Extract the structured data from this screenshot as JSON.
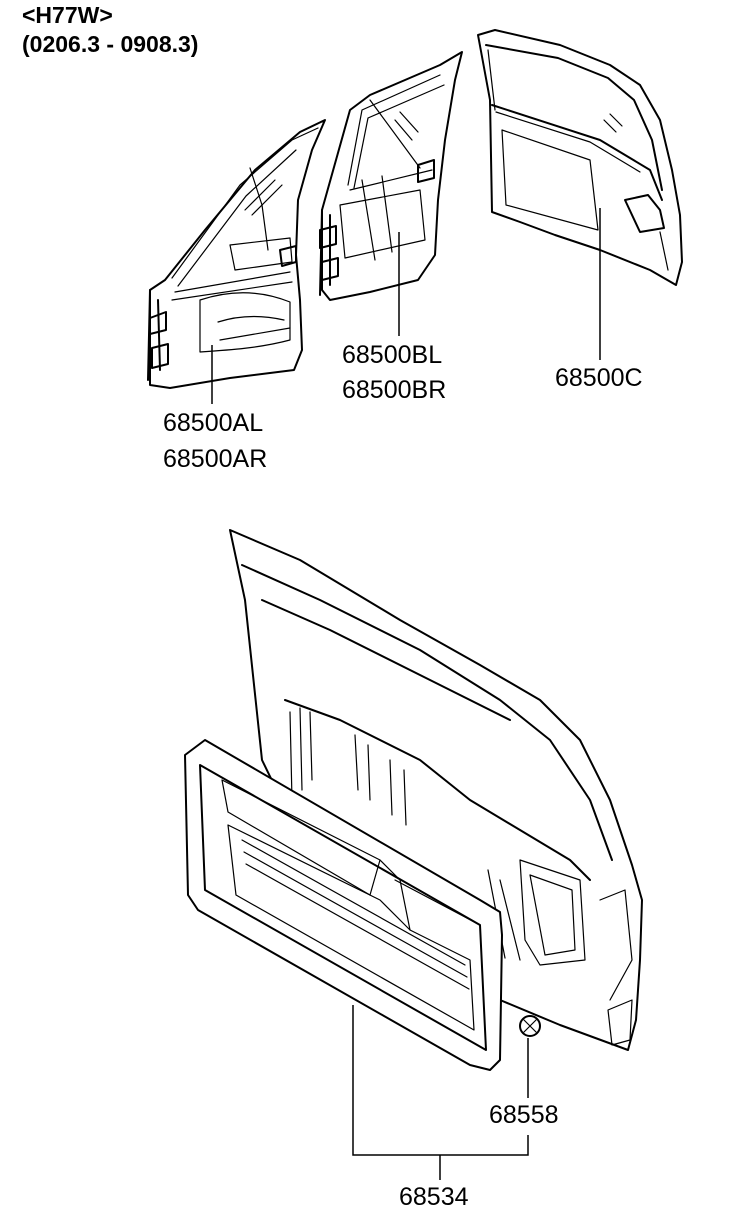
{
  "header": {
    "model_code": "<H77W>",
    "date_range": "(0206.3 - 0908.3)"
  },
  "callouts": {
    "front_door_left": "68500AL",
    "front_door_right": "68500AR",
    "rear_door_left": "68500BL",
    "rear_door_right": "68500BR",
    "tail_gate": "68500C",
    "trim_clip": "68558",
    "trim_panel_assy": "68534"
  }
}
